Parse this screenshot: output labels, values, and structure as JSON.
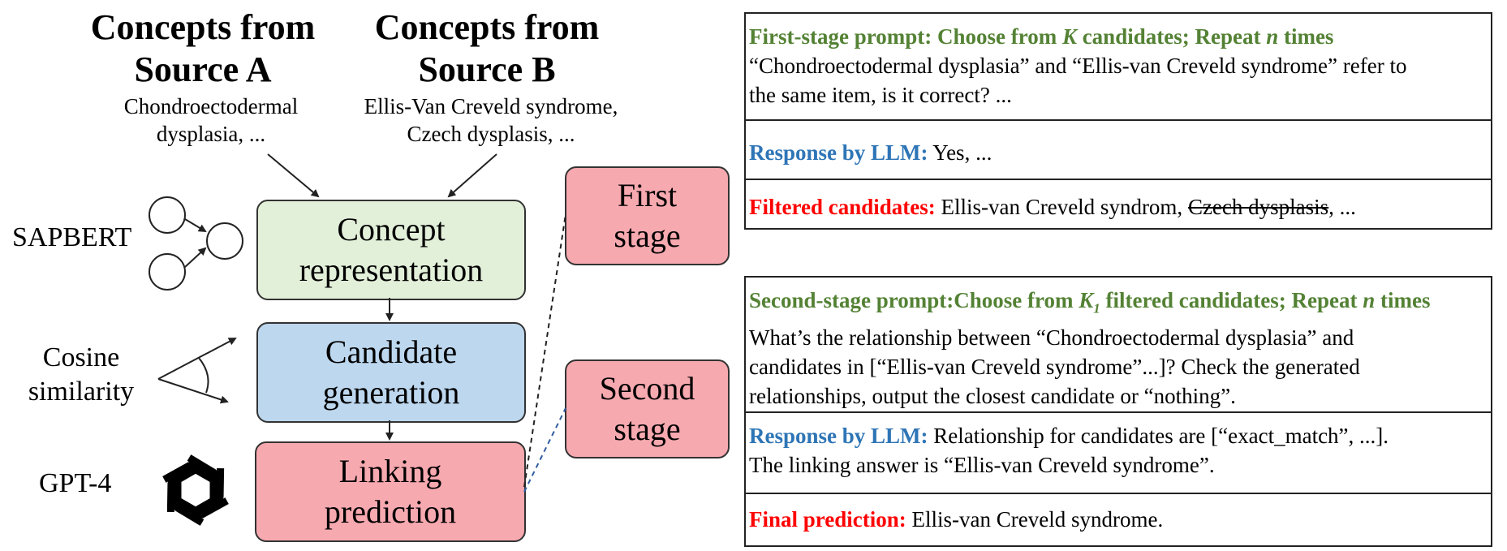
{
  "source_a": {
    "title_line1": "Concepts from",
    "title_line2": "Source A",
    "example_line1": "Chondroectodermal",
    "example_line2": "dysplasia, ..."
  },
  "source_b": {
    "title_line1": "Concepts from",
    "title_line2": "Source B",
    "example_line1": "Ellis-Van Creveld syndrome,",
    "example_line2": "Czech dysplasis, ..."
  },
  "side_labels": {
    "sapbert": "SAPBERT",
    "cosine_line1": "Cosine",
    "cosine_line2": "similarity",
    "gpt4": "GPT-4"
  },
  "boxes": {
    "concept": {
      "line1": "Concept",
      "line2": "representation"
    },
    "candidate": {
      "line1": "Candidate",
      "line2": "generation"
    },
    "linking": {
      "line1": "Linking",
      "line2": "prediction"
    }
  },
  "stages": {
    "first": {
      "line1": "First",
      "line2": "stage"
    },
    "second": {
      "line1": "Second",
      "line2": "stage"
    }
  },
  "panel1": {
    "prompt_title_a": "First-stage prompt: Choose from ",
    "prompt_title_k": "K",
    "prompt_title_b": " candidates; Repeat ",
    "prompt_title_n": "n",
    "prompt_title_c": " times",
    "prompt_line1": "“Chondroectodermal dysplasia” and “Ellis-van Creveld syndrome” refer to",
    "prompt_line2": "the same item, is it correct? ...",
    "response_label": "Response by LLM:",
    "response_text": " Yes, ...",
    "filtered_label": "Filtered candidates:",
    "filtered_text": " Ellis-van Creveld syndrom, ",
    "filtered_struck": "Czech dysplasis",
    "filtered_tail": ", ..."
  },
  "panel2": {
    "prompt_title_a": "Second-stage prompt:Choose from ",
    "prompt_title_k": "K",
    "prompt_title_k_sub": "1",
    "prompt_title_b": " filtered candidates; Repeat ",
    "prompt_title_n": "n",
    "prompt_title_c": " times",
    "prompt_line1": "What’s the relationship between “Chondroectodermal dysplasia” and",
    "prompt_line2": "candidates in [“Ellis-van Creveld syndrome”...]? Check the generated",
    "prompt_line3": "relationships, output the closest candidate or “nothing”.",
    "response_label": "Response by LLM:",
    "response_text1": " Relationship for candidates are [“exact_match”, ...].",
    "response_text2": "The linking answer is “Ellis-van Creveld syndrome”.",
    "final_label": "Final prediction:",
    "final_text": " Ellis-van Creveld syndrome."
  },
  "colors": {
    "green_title": "#548235",
    "blue_label": "#2e75b6",
    "red_label": "#ff0000",
    "box_green": "#e2efd9",
    "box_blue": "#bdd7ee",
    "box_pink": "#f7a9b0"
  },
  "icons": {
    "sapbert": "neural-network-icon",
    "cosine": "angle-icon",
    "gpt4": "openai-logo-icon"
  }
}
